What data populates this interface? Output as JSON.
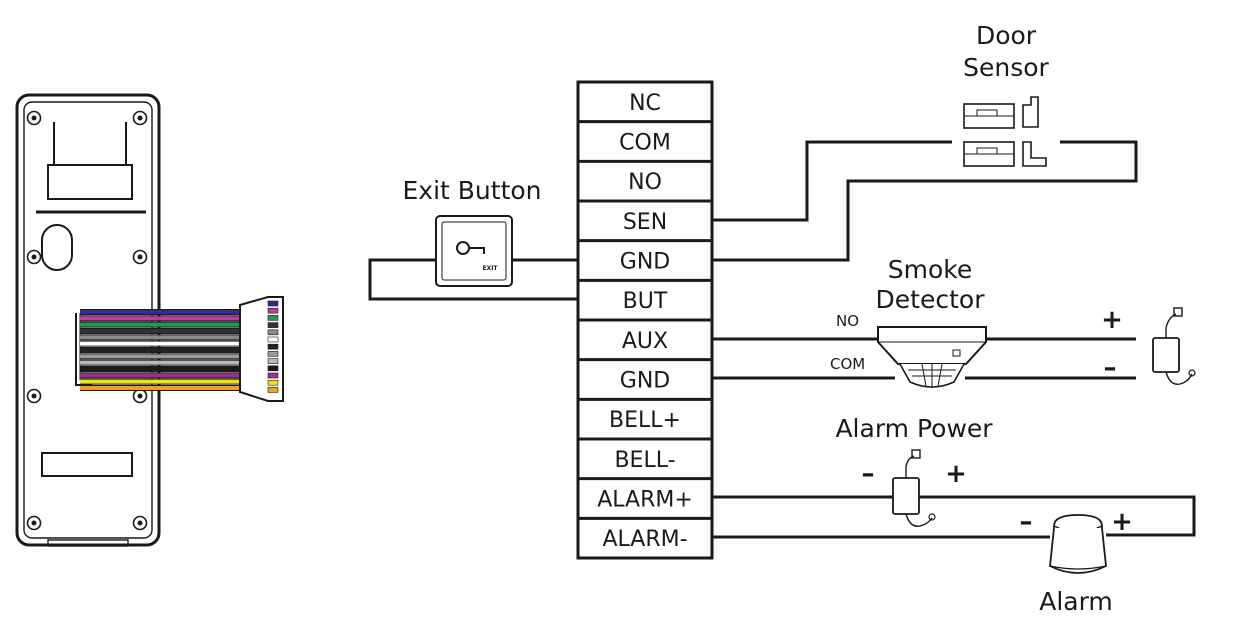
{
  "labels": {
    "door_sensor_line1": "Door",
    "door_sensor_line2": "Sensor",
    "exit_button": "Exit Button",
    "smoke_line1": "Smoke",
    "smoke_line2": "Detector",
    "alarm_power": "Alarm Power",
    "alarm": "Alarm",
    "no": "NO",
    "com": "COM"
  },
  "signs": {
    "smoke_plus": "+",
    "smoke_minus": "–",
    "ap_minus": "–",
    "ap_plus": "+",
    "alarm_minus": "–",
    "alarm_plus": "+"
  },
  "terminals": [
    "NC",
    "COM",
    "NO",
    "SEN",
    "GND",
    "BUT",
    "AUX",
    "GND",
    "BELL+",
    "BELL-",
    "ALARM+",
    "ALARM-"
  ],
  "wire_colors": [
    "#3a2a8c",
    "#c03aa0",
    "#1e9a55",
    "#333333",
    "#8a8a8a",
    "#ffffff",
    "#222222",
    "#9a9a9a",
    "#b8b8b8",
    "#1a1a1a",
    "#a03090",
    "#f3e010",
    "#f0a020"
  ],
  "exit_button_mark": "EXIT"
}
